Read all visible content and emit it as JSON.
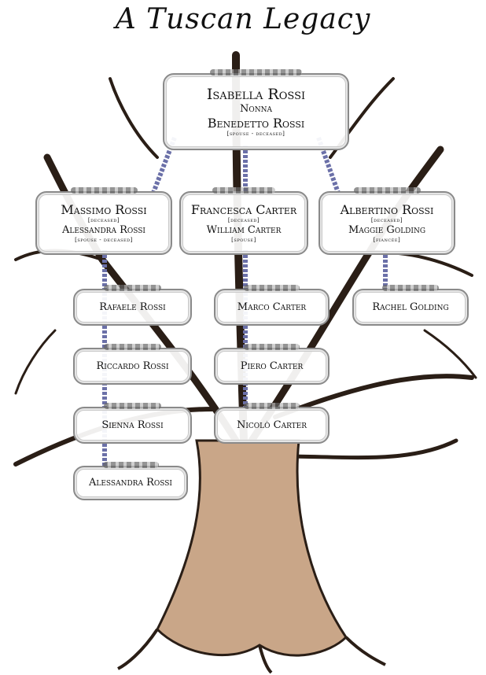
{
  "title": "A Tuscan Legacy",
  "colors": {
    "trunk": "#c9a688",
    "outline": "#2a1e16",
    "rope": "#6b70a8"
  },
  "root": {
    "name": "Isabella Rossi",
    "role": "Nonna",
    "spouse": "Benedetto Rossi",
    "spouse_note": "[spouse - deceased]"
  },
  "children": [
    {
      "name": "Massimo Rossi",
      "note": "[deceased]",
      "partner": "Alessandra Rossi",
      "partner_note": "[spouse - deceased]"
    },
    {
      "name": "Francesca Carter",
      "note": "[deceased]",
      "partner": "William Carter",
      "partner_note": "[spouse]"
    },
    {
      "name": "Albertino Rossi",
      "note": "[deceased]",
      "partner": "Maggie Golding",
      "partner_note": "[fiancée]"
    }
  ],
  "grandchildren": {
    "rossi": [
      "Rafaele Rossi",
      "Riccardo Rossi",
      "Sienna Rossi",
      "Alessandra Rossi"
    ],
    "carter": [
      "Marco Carter",
      "Piero Carter",
      "Nicolò Carter"
    ],
    "golding": [
      "Rachel Golding"
    ]
  }
}
